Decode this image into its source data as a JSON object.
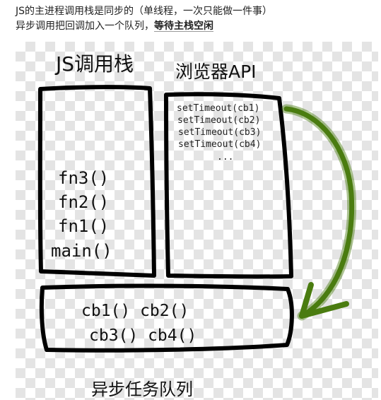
{
  "intro": {
    "line1": "JS的主进程调用栈是同步的（单线程，一次只能做一件事）",
    "line2_prefix": "异步调用把回调加入一个队列，",
    "line2_emphasis": "等待主栈空闲"
  },
  "diagram": {
    "call_stack": {
      "title": "JS调用栈",
      "frames": [
        "fn3()",
        "fn2()",
        "fn1()",
        "main()"
      ]
    },
    "browser_api": {
      "title": "浏览器API",
      "calls": [
        "setTimeout(cb1)",
        "setTimeout(cb2)",
        "setTimeout(cb3)",
        "setTimeout(cb4)"
      ],
      "more": "..."
    },
    "task_queue": {
      "title": "异步任务队列",
      "row1": "cb1() cb2()",
      "row2": "cb3() cb4()"
    },
    "arrow_color": "#4a7c10"
  }
}
